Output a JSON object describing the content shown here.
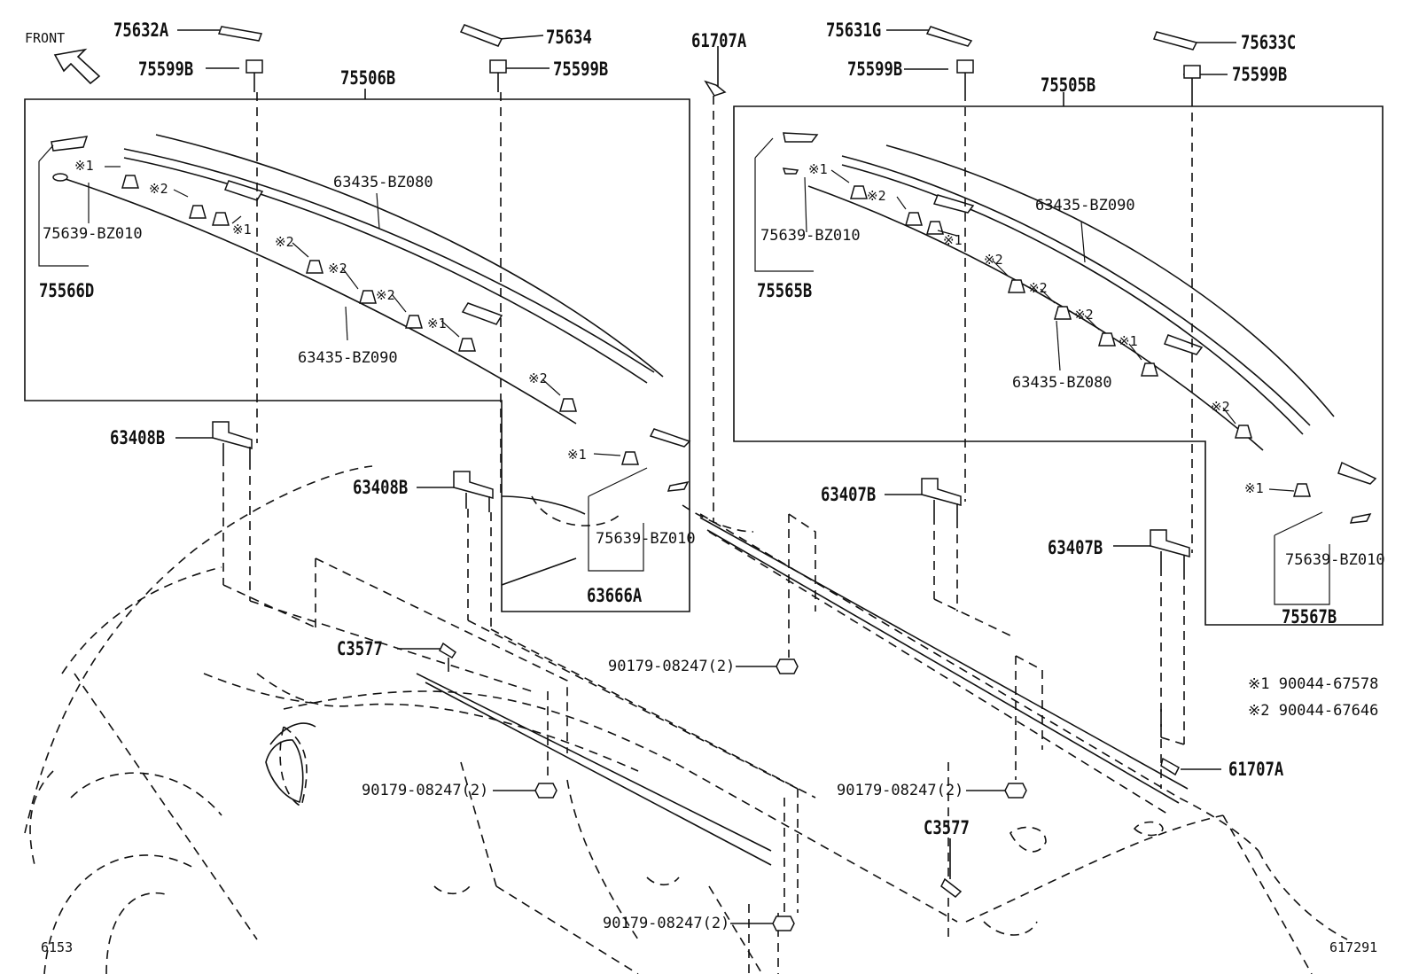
{
  "labels": {
    "front": "FRONT",
    "p75632A": "75632A",
    "p75599B_1": "75599B",
    "p75634": "75634",
    "p75599B_2": "75599B",
    "p61707A_top": "61707A",
    "p75631G": "75631G",
    "p75599B_3": "75599B",
    "p75633C": "75633C",
    "p75599B_4": "75599B",
    "p75506B": "75506B",
    "p75505B": "75505B",
    "p63435BZ080_l": "63435-BZ080",
    "p63435BZ090_l": "63435-BZ090",
    "p75639BZ010_l1": "75639-BZ010",
    "p75566D": "75566D",
    "p63435BZ090_r": "63435-BZ090",
    "p63435BZ080_r": "63435-BZ080",
    "p75639BZ010_r1": "75639-BZ010",
    "p75565B": "75565B",
    "p63408B_1": "63408B",
    "p63408B_2": "63408B",
    "p75639BZ010_l2": "75639-BZ010",
    "p63666A": "63666A",
    "p63407B_1": "63407B",
    "p63407B_2": "63407B",
    "p75639BZ010_r2": "75639-BZ010",
    "p75567B": "75567B",
    "pC3577_1": "C3577",
    "pC3577_2": "C3577",
    "p90179_1": "90179-08247(2)",
    "p90179_2": "90179-08247(2)",
    "p90179_3": "90179-08247(2)",
    "p90179_4": "90179-08247(2)",
    "p61707A_bot": "61707A",
    "note1": "※1  90044-67578",
    "note2": "※2  90044-67646",
    "m1": "※1",
    "m2": "※2",
    "m3": "※1",
    "m4": "※2",
    "m5": "※2",
    "m6": "※2",
    "m7": "※1",
    "m8": "※2",
    "m9": "※1",
    "r1": "※1",
    "r2": "※2",
    "r3": "※1",
    "r4": "※2",
    "r5": "※2",
    "r6": "※2",
    "r7": "※1",
    "r8": "※2",
    "r9": "※1",
    "code_left": "6153",
    "code_right": "617291"
  },
  "icons": [
    "front-arrow-icon",
    "bolt-icon",
    "clip-icon",
    "bracket-icon",
    "nut-icon"
  ]
}
